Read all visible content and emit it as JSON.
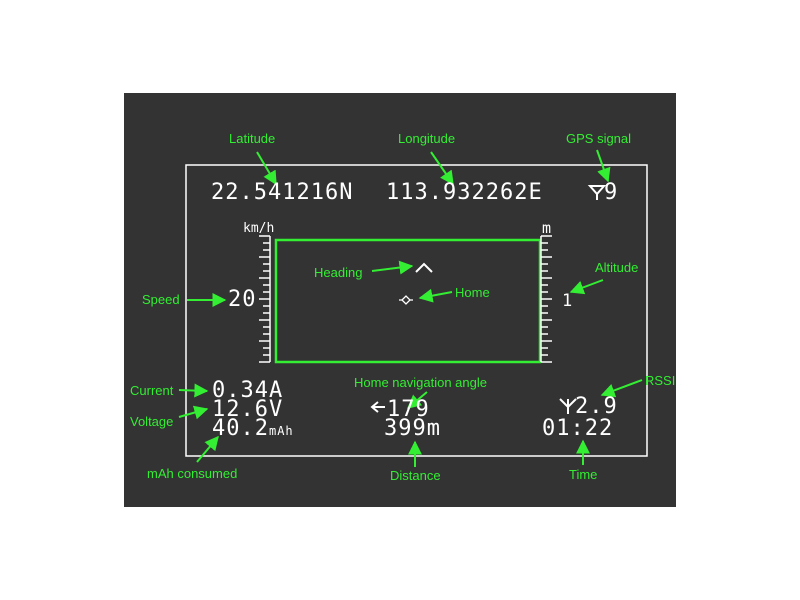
{
  "colors": {
    "panel_bg": "#333333",
    "osd_text": "#ffffff",
    "frame_line": "#ffffff",
    "horizon_box": "#33ee33",
    "callout": "#33ee33"
  },
  "osd": {
    "latitude": "22.541216N",
    "longitude": "113.932262E",
    "gps_sat_count": "9",
    "speed_unit": "km/h",
    "altitude_unit": "m",
    "speed": "20",
    "altitude": "1",
    "current": "0.34A",
    "voltage": "12.6V",
    "mah_value": "40.2",
    "mah_unit": "mAh",
    "home_angle": "179",
    "distance": "399m",
    "rssi": "2.9",
    "time": "01:22"
  },
  "callouts": {
    "latitude": "Latitude",
    "longitude": "Longitude",
    "gps_signal": "GPS signal",
    "heading": "Heading",
    "home": "Home",
    "speed": "Speed",
    "altitude": "Altitude",
    "current": "Current",
    "voltage": "Voltage",
    "home_nav_angle": "Home navigation angle",
    "rssi": "RSSI",
    "mah_consumed": "mAh consumed",
    "distance": "Distance",
    "time": "Time"
  }
}
